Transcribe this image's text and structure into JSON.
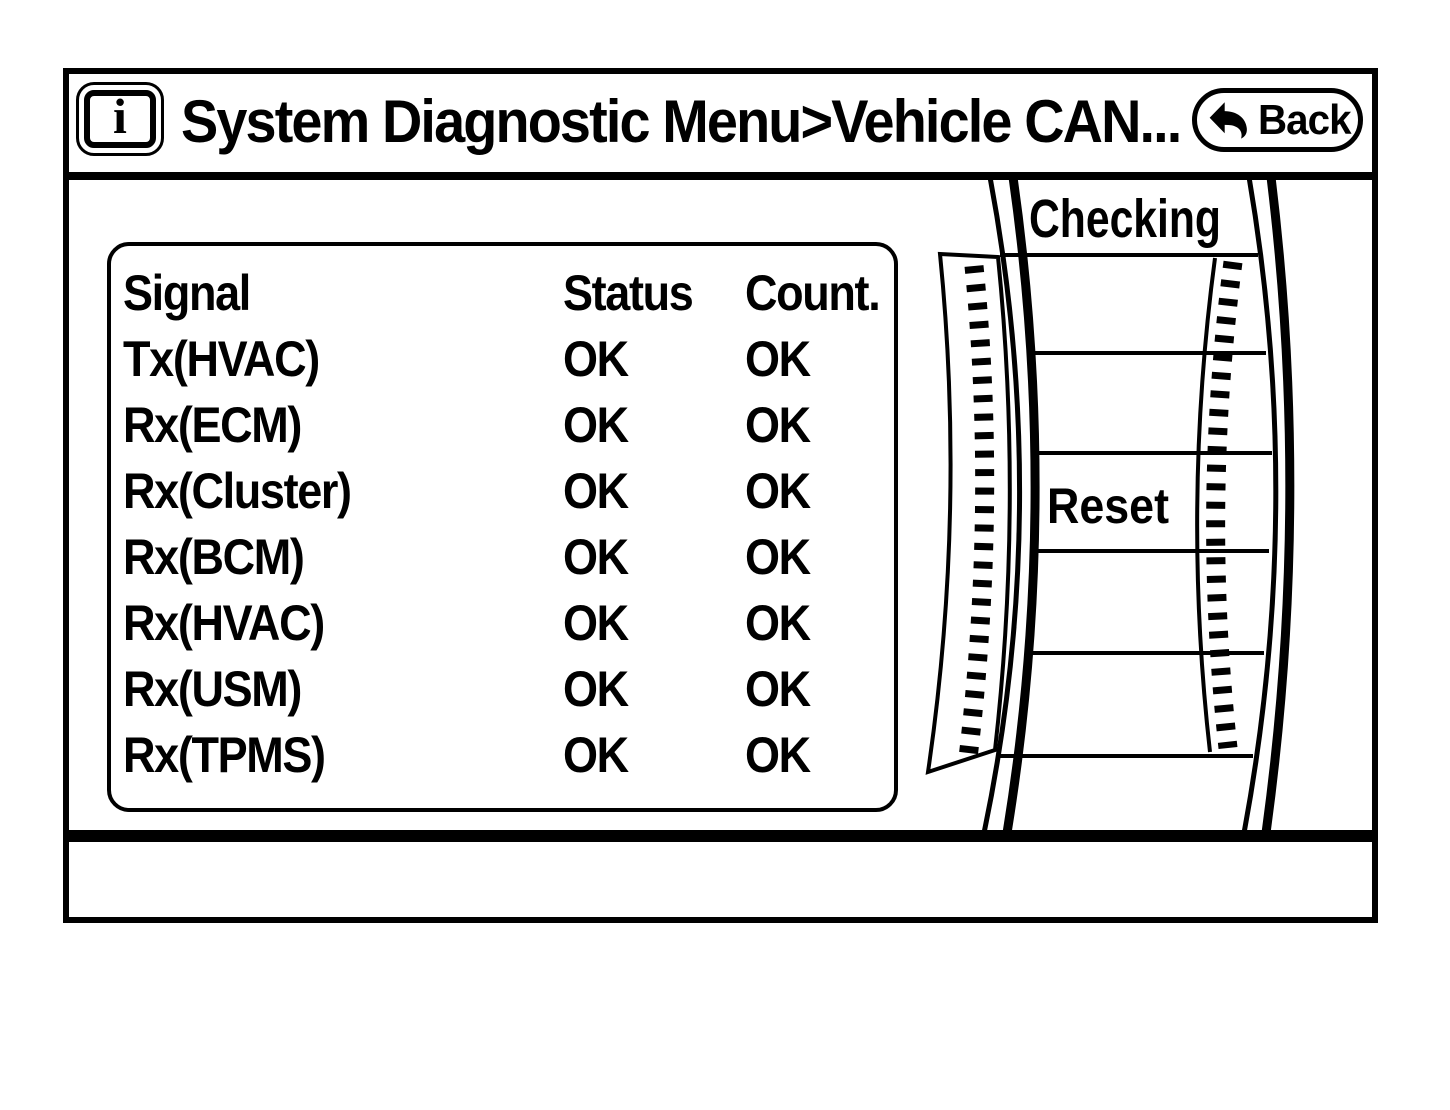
{
  "colors": {
    "ink": "#000000",
    "background": "#ffffff"
  },
  "titlebar": {
    "info_icon": "info",
    "title": "System Diagnostic Menu>Vehicle CAN...",
    "back_label": "Back"
  },
  "table": {
    "headers": {
      "signal": "Signal",
      "status": "Status",
      "count": "Count."
    },
    "rows": [
      {
        "signal": "Tx(HVAC)",
        "status": "OK",
        "count": "OK"
      },
      {
        "signal": "Rx(ECM)",
        "status": "OK",
        "count": "OK"
      },
      {
        "signal": "Rx(Cluster)",
        "status": "OK",
        "count": "OK"
      },
      {
        "signal": "Rx(BCM)",
        "status": "OK",
        "count": "OK"
      },
      {
        "signal": "Rx(HVAC)",
        "status": "OK",
        "count": "OK"
      },
      {
        "signal": "Rx(USM)",
        "status": "OK",
        "count": "OK"
      },
      {
        "signal": "Rx(TPMS)",
        "status": "OK",
        "count": "OK"
      }
    ]
  },
  "drum": {
    "checking_label": "Checking",
    "reset_label": "Reset"
  }
}
